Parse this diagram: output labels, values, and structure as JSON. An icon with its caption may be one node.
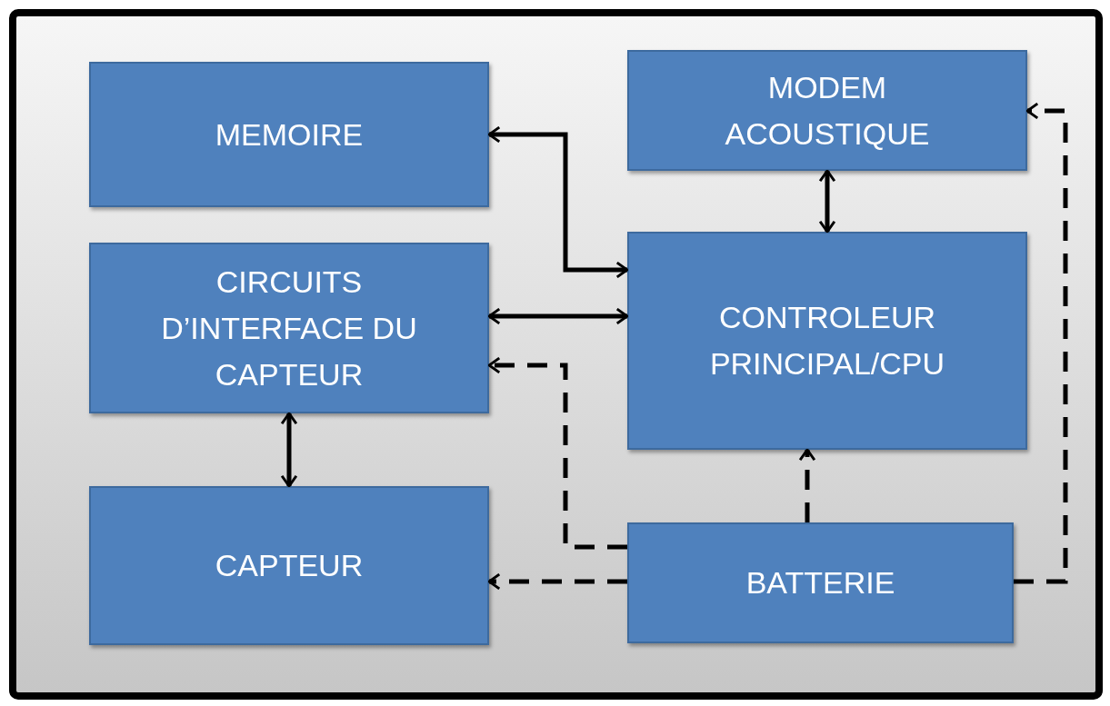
{
  "diagram": {
    "nodes": [
      {
        "text": [
          "MEMOIRE"
        ]
      },
      {
        "text": [
          "MODEM ACOUSTIQUE"
        ]
      },
      {
        "text": [
          "CIRCUITS D’INTERFACE DU CAPTEUR"
        ]
      },
      {
        "text": [
          "CONTROLEUR PRINCIPAL/CPU"
        ]
      },
      {
        "text": [
          "CAPTEUR"
        ]
      },
      {
        "text": [
          "BATTERIE"
        ]
      }
    ],
    "edges": [
      {
        "from": 0,
        "to": 3,
        "arrow": "both"
      },
      {
        "from": 1,
        "to": 3,
        "arrow": "both"
      },
      {
        "from": 2,
        "to": 3,
        "arrow": "both"
      },
      {
        "from": 2,
        "to": 4,
        "arrow": "both"
      },
      {
        "from": 5,
        "to": 3,
        "arrow": "to",
        "style": "dashed"
      },
      {
        "from": 5,
        "to": 2,
        "arrow": "to",
        "style": "dashed"
      },
      {
        "from": 5,
        "to": 4,
        "arrow": "to",
        "style": "dashed"
      },
      {
        "from": 5,
        "to": 1,
        "arrow": "to",
        "style": "dashed"
      }
    ]
  }
}
